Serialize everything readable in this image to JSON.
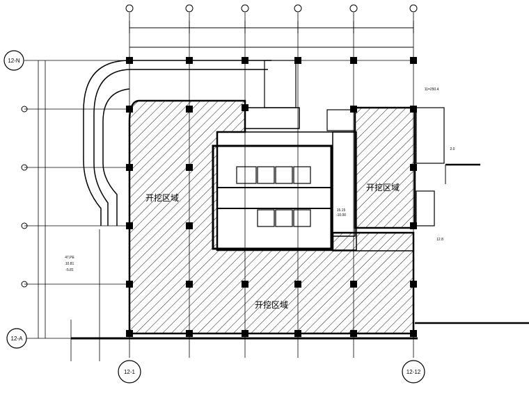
{
  "grid_labels": {
    "left_top": "12-N",
    "left_bottom": "12-A",
    "bottom_left": "12-1",
    "bottom_right": "12-12"
  },
  "zone_label": "开挖区域",
  "small_notes": {
    "left_note": [
      "47.PE",
      "10.81",
      "-5.81"
    ],
    "core_note": [
      "15.15",
      "-10.00"
    ],
    "right_note": "12.8",
    "top_right_note": "11=250.4",
    "side_note": "2.0"
  },
  "colors": {
    "line": "#000000",
    "background": "#ffffff"
  }
}
